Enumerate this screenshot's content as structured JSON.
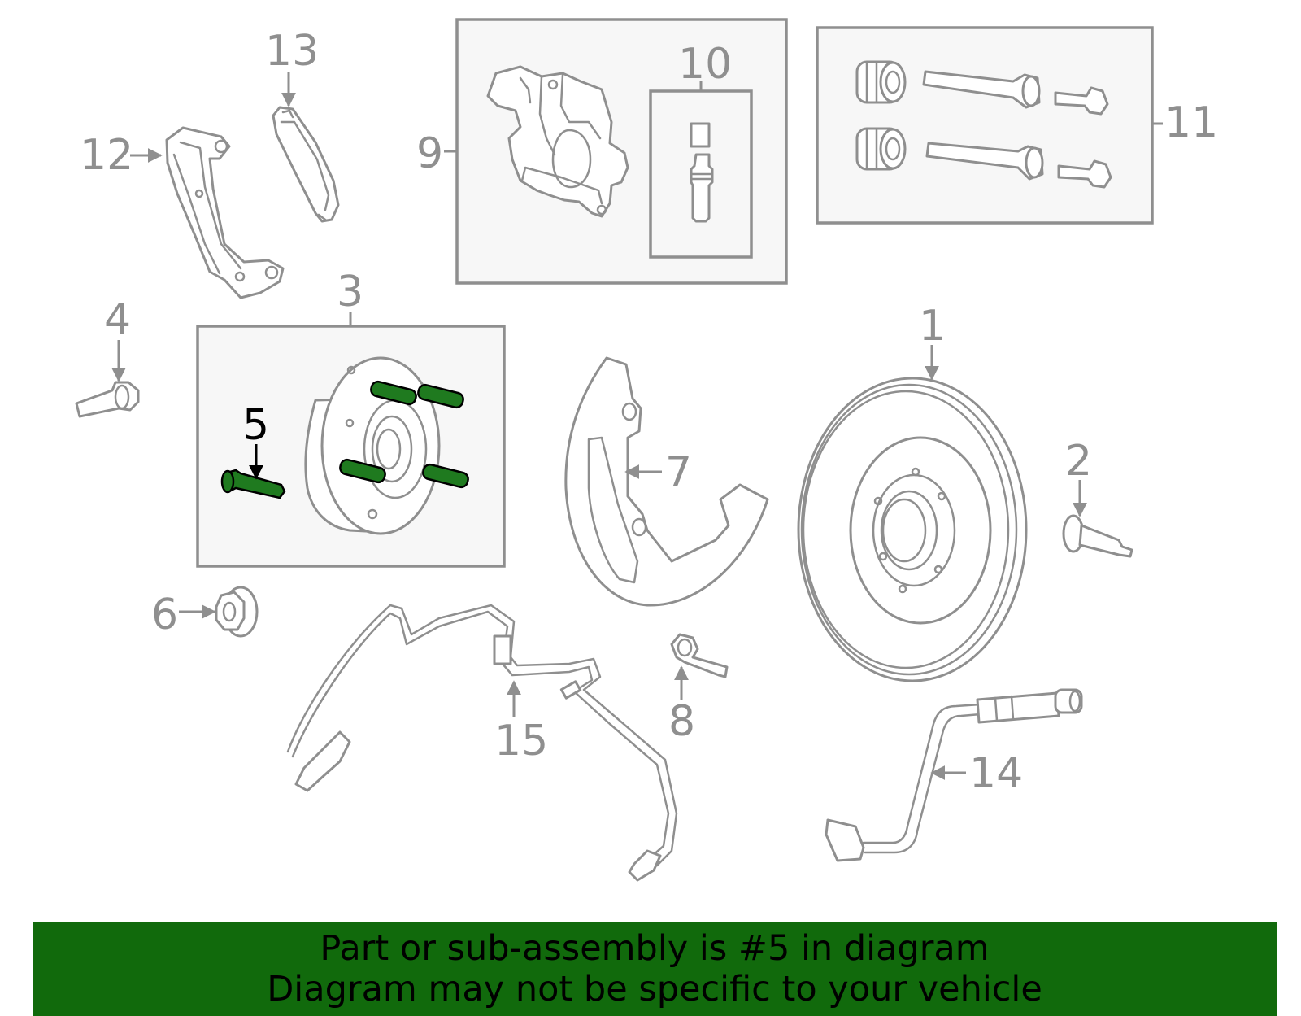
{
  "callouts": {
    "c1": "1",
    "c2": "2",
    "c3": "3",
    "c4": "4",
    "c5": "5",
    "c6": "6",
    "c7": "7",
    "c8": "8",
    "c9": "9",
    "c10": "10",
    "c11": "11",
    "c12": "12",
    "c13": "13",
    "c14": "14",
    "c15": "15"
  },
  "highlighted_part": "5",
  "colors": {
    "line_art": "#8f8f8f",
    "highlight_fill": "#1f7a1f",
    "banner_background": "#116a0c",
    "banner_text": "#000000"
  },
  "banner": {
    "line1": "Part or sub-assembly is #5 in diagram",
    "line2": "Diagram may not be specific to your vehicle"
  }
}
